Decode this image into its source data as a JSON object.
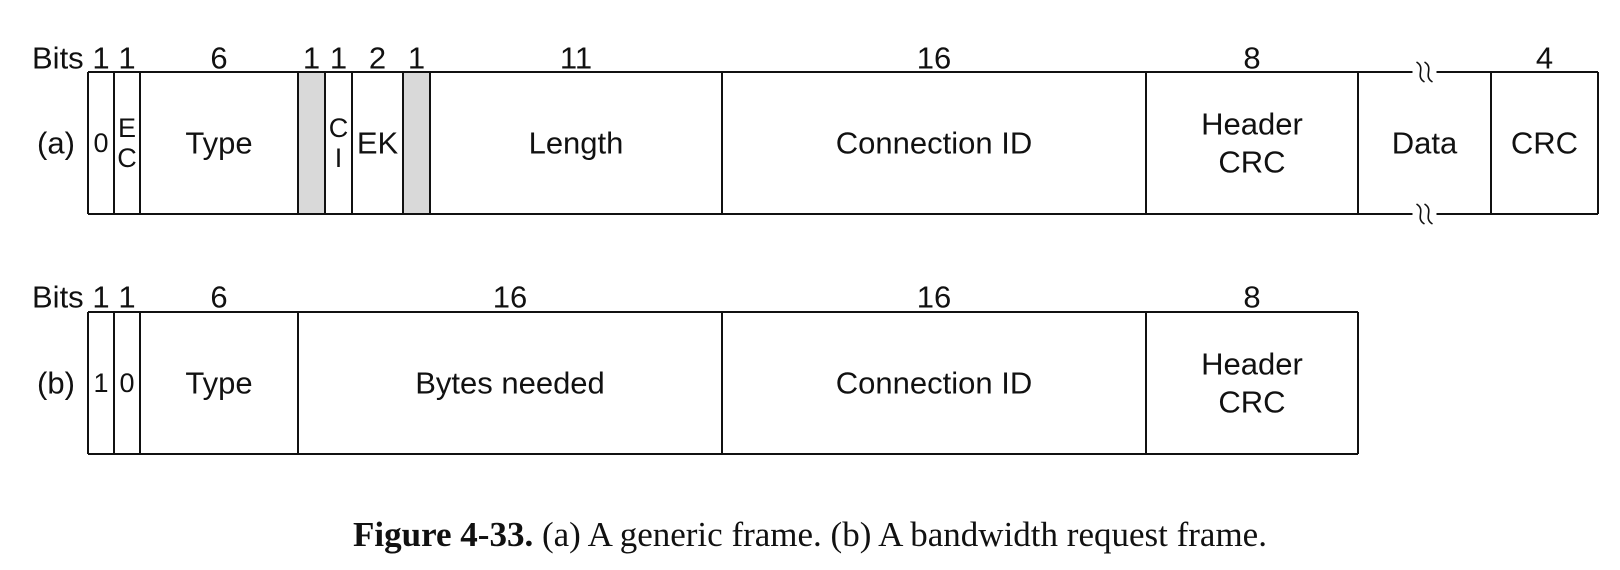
{
  "frames": [
    {
      "id": "a",
      "row_label": "(a)",
      "bits_label": "Bits",
      "fields": [
        {
          "name": "bit-0",
          "bits": "1",
          "label": [
            "0"
          ],
          "shaded": false
        },
        {
          "name": "ec",
          "bits": "1",
          "label": [
            "E",
            "C"
          ],
          "shaded": false
        },
        {
          "name": "type",
          "bits": "6",
          "label": [
            "Type"
          ],
          "shaded": false
        },
        {
          "name": "reserved-1",
          "bits": "1",
          "label": [],
          "shaded": true
        },
        {
          "name": "ci",
          "bits": "1",
          "label": [
            "C",
            "I"
          ],
          "shaded": false
        },
        {
          "name": "ek",
          "bits": "2",
          "label": [
            "EK"
          ],
          "shaded": false
        },
        {
          "name": "reserved-2",
          "bits": "1",
          "label": [],
          "shaded": true
        },
        {
          "name": "length",
          "bits": "11",
          "label": [
            "Length"
          ],
          "shaded": false
        },
        {
          "name": "connection-id",
          "bits": "16",
          "label": [
            "Connection ID"
          ],
          "shaded": false
        },
        {
          "name": "header-crc",
          "bits": "8",
          "label": [
            "Header",
            "CRC"
          ],
          "shaded": false
        },
        {
          "name": "data",
          "bits": "",
          "label": [
            "Data"
          ],
          "shaded": false,
          "broken": true
        },
        {
          "name": "crc",
          "bits": "4",
          "label": [
            "CRC"
          ],
          "shaded": false
        }
      ]
    },
    {
      "id": "b",
      "row_label": "(b)",
      "bits_label": "Bits",
      "fields": [
        {
          "name": "bit-1",
          "bits": "1",
          "label": [
            "1"
          ],
          "shaded": false
        },
        {
          "name": "bit-0",
          "bits": "1",
          "label": [
            "0"
          ],
          "shaded": false
        },
        {
          "name": "type",
          "bits": "6",
          "label": [
            "Type"
          ],
          "shaded": false
        },
        {
          "name": "bytes-needed",
          "bits": "16",
          "label": [
            "Bytes needed"
          ],
          "shaded": false
        },
        {
          "name": "connection-id",
          "bits": "16",
          "label": [
            "Connection ID"
          ],
          "shaded": false
        },
        {
          "name": "header-crc",
          "bits": "8",
          "label": [
            "Header",
            "CRC"
          ],
          "shaded": false
        }
      ]
    }
  ],
  "caption": {
    "figure": "Figure 4-33.",
    "text": "(a) A generic frame. (b) A bandwidth request frame."
  },
  "colors": {
    "stroke": "#111111",
    "shade": "#d9d9d9"
  }
}
